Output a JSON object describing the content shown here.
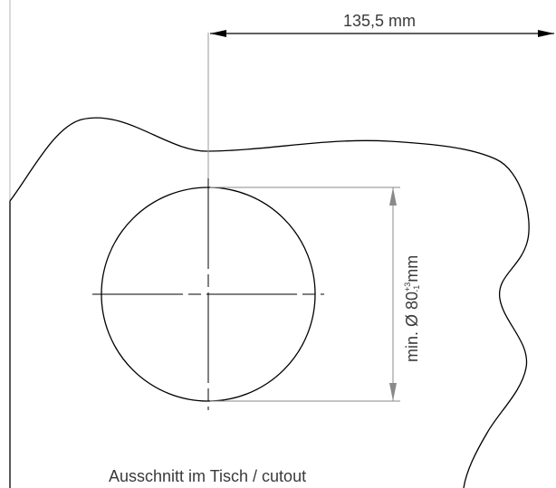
{
  "dimensions": {
    "offset_label": "135,5 mm",
    "diameter_prefix": "min. Ø 80",
    "diameter_tol_upper": "+3",
    "diameter_tol_lower": "-1",
    "diameter_unit": "mm"
  },
  "caption": "Ausschnitt im Tisch / cutout",
  "colors": {
    "stroke": "#000000",
    "dimension_line": "#8a8a8a",
    "text": "#3a3a3a"
  }
}
